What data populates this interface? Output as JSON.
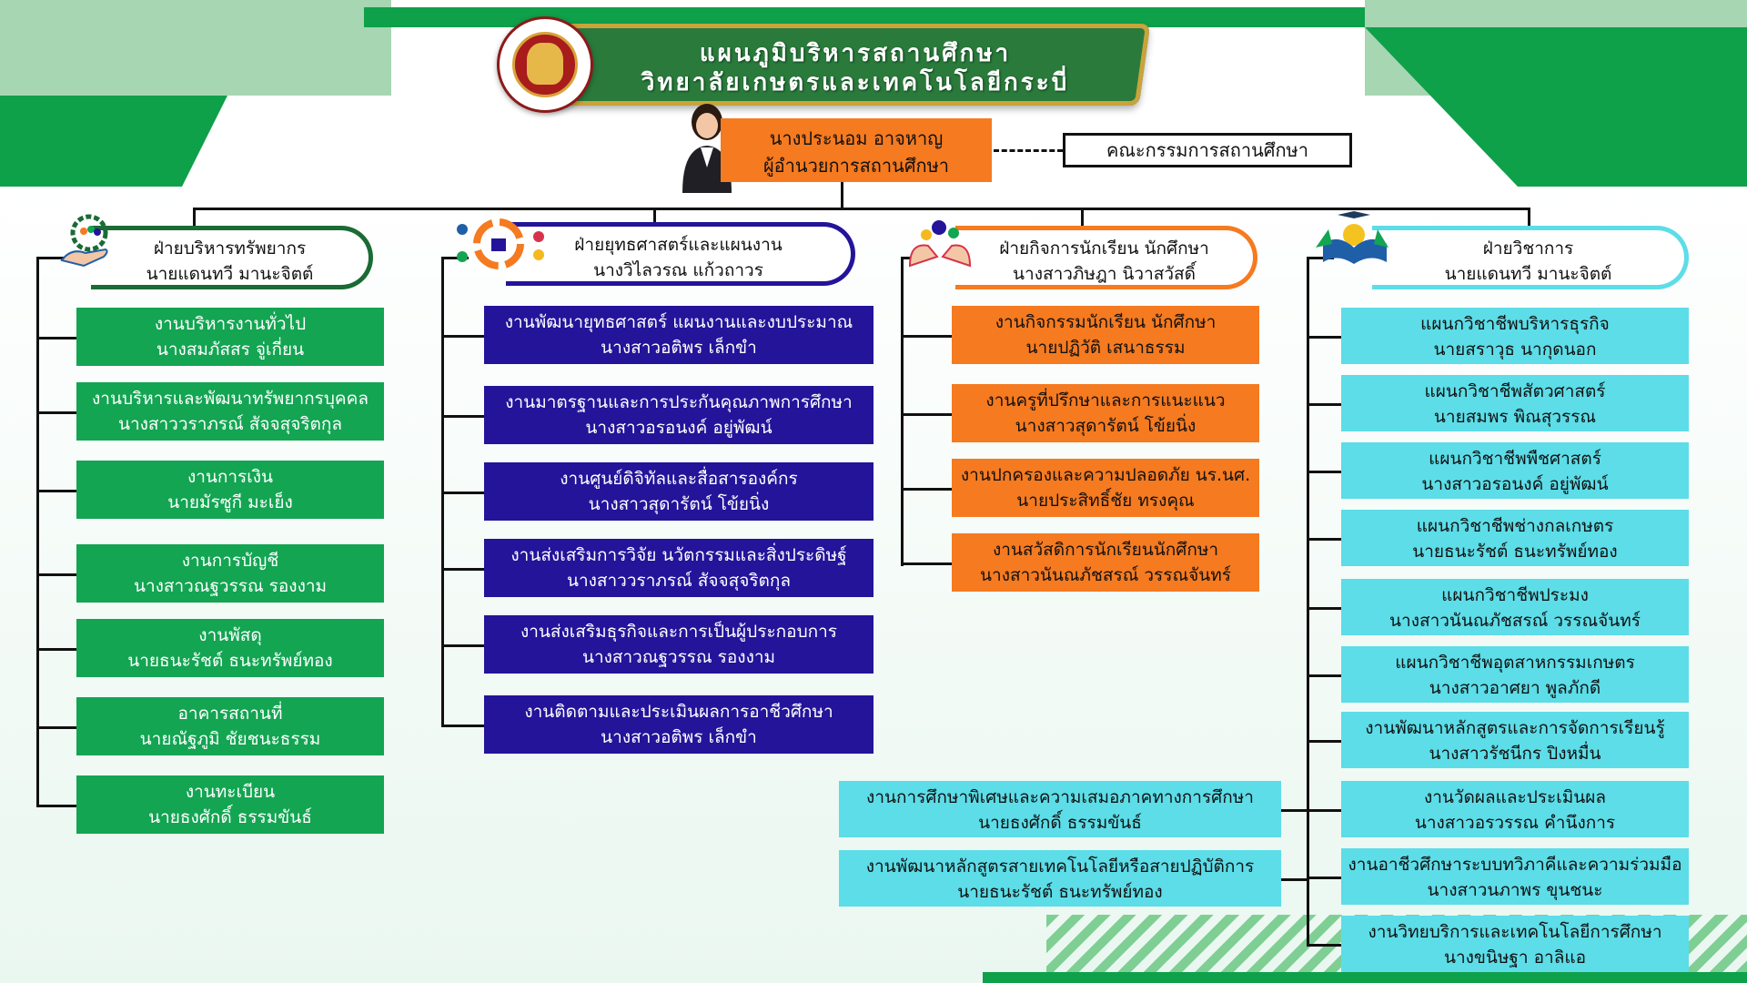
{
  "header": {
    "title_line1": "แผนภูมิบริหารสถานศึกษา",
    "title_line2": "วิทยาลัยเกษตรและเทคโนโลยีกระบี่"
  },
  "director": {
    "name": "นางประนอม อาจหาญ",
    "position": "ผู้อำนวยการสถานศึกษา"
  },
  "board": "คณะกรรมการสถานศึกษา",
  "colors": {
    "green": "#13a552",
    "navy": "#23149a",
    "orange": "#f57a20",
    "cyan": "#5cdde8"
  },
  "divisions": [
    {
      "title": "ฝ่ายบริหารทรัพยากร",
      "head": "นายแดนทวี มานะจิตต์",
      "icon": "hand-gear-people-icon",
      "units": [
        {
          "name": "งานบริหารงานทั่วไป",
          "person": "นางสมภัสสร จู่เกี่ยน"
        },
        {
          "name": "งานบริหารและพัฒนาทรัพยากรบุคคล",
          "person": "นางสาววราภรณ์ สัจจสุจริตกุล"
        },
        {
          "name": "งานการเงิน",
          "person": "นายมัรซูกี มะเย็ง"
        },
        {
          "name": "งานการบัญชี",
          "person": "นางสาวณฐวรรณ รองงาม"
        },
        {
          "name": "งานพัสดุ",
          "person": "นายธนะรัชต์ ธนะทรัพย์ทอง"
        },
        {
          "name": "อาคารสถานที่",
          "person": "นายณัฐภูมิ ชัยชนะธรรม"
        },
        {
          "name": "งานทะเบียน",
          "person": "นายธงศักดิ์ ธรรมขันธ์"
        }
      ]
    },
    {
      "title": "ฝ่ายยุทธศาสตร์และแผนงาน",
      "head": "นางวิไลวรณ แก้วถาวร",
      "icon": "strategy-cycle-icon",
      "units": [
        {
          "name": "งานพัฒนายุทธศาสตร์ แผนงานและงบประมาณ",
          "person": "นางสาวอติพร เล็กขำ"
        },
        {
          "name": "งานมาตรฐานและการประกันคุณภาพการศึกษา",
          "person": "นางสาวอรอนงค์ อยู่พัฒน์"
        },
        {
          "name": "งานศูนย์ดิจิทัลและสื่อสารองค์กร",
          "person": "นางสาวสุดารัตน์ โข้ยนิ่ง"
        },
        {
          "name": "งานส่งเสริมการวิจัย นวัตกรรมและสิ่งประดิษฐ์",
          "person": "นางสาววราภรณ์ สัจจสุจริตกุล"
        },
        {
          "name": "งานส่งเสริมธุรกิจและการเป็นผู้ประกอบการ",
          "person": "นางสาวณฐวรรณ รองงาม"
        },
        {
          "name": "งานติดตามและประเมินผลการอาชีวศึกษา",
          "person": "นางสาวอติพร เล็กขำ"
        }
      ]
    },
    {
      "title": "ฝ่ายกิจการนักเรียน นักศึกษา",
      "head": "นางสาวภิษฎา นิวาสวัสดิ์",
      "icon": "caring-hands-icon",
      "units": [
        {
          "name": "งานกิจกรรมนักเรียน นักศึกษา",
          "person": "นายปฏิวัติ เสนาธรรม"
        },
        {
          "name": "งานครูที่ปรึกษาและการแนะแนว",
          "person": "นางสาวสุดารัตน์ โข้ยนิ่ง"
        },
        {
          "name": "งานปกครองและความปลอดภัย นร.นศ.",
          "person": "นายประสิทธิ์ชัย ทรงคุณ"
        },
        {
          "name": "งานสวัสดิการนักเรียนนักศึกษา",
          "person": "นางสาวนันณภัชสรณ์ วรรณจันทร์"
        }
      ]
    },
    {
      "title": "ฝ่ายวิชาการ",
      "head": "นายแดนทวี มานะจิตต์",
      "icon": "book-lightbulb-icon",
      "units": [
        {
          "name": "แผนกวิชาชีพบริหารธุรกิจ",
          "person": "นายสราวุธ นากุดนอก"
        },
        {
          "name": "แผนกวิชาชีพสัตวศาสตร์",
          "person": "นายสมพร พิณสุวรรณ"
        },
        {
          "name": "แผนกวิชาชีพพืชศาสตร์",
          "person": "นางสาวอรอนงค์ อยู่พัฒน์"
        },
        {
          "name": "แผนกวิชาชีพช่างกลเกษตร",
          "person": "นายธนะรัชต์ ธนะทรัพย์ทอง"
        },
        {
          "name": "แผนกวิชาชีพประมง",
          "person": "นางสาวนันณภัชสรณ์ วรรณจันทร์"
        },
        {
          "name": "แผนกวิชาชีพอุตสาหกรรมเกษตร",
          "person": "นางสาวอาศยา พูลภักดี"
        },
        {
          "name": "งานพัฒนาหลักสูตรและการจัดการเรียนรู้",
          "person": "นางสาวรัชนีกร ปิงหมื่น"
        },
        {
          "name": "งานวัดผลและประเมินผล",
          "person": "นางสาวอรวรรณ คำนึงการ"
        },
        {
          "name": "งานอาชีวศึกษาระบบทวิภาคีและความร่วมมือ",
          "person": "นางสาวนภาพร ขุนชนะ"
        },
        {
          "name": "งานวิทยบริการและเทคโนโลยีการศึกษา",
          "person": "นางขนิษฐา อาลิแอ"
        }
      ],
      "side_units": [
        {
          "name": "งานการศึกษาพิเศษและความเสมอภาคทางการศึกษา",
          "person": "นายธงศักดิ์ ธรรมขันธ์"
        },
        {
          "name": "งานพัฒนาหลักสูตรสายเทคโนโลยีหรือสายปฏิบัติการ",
          "person": "นายธนะรัชต์ ธนะทรัพย์ทอง"
        }
      ]
    }
  ]
}
